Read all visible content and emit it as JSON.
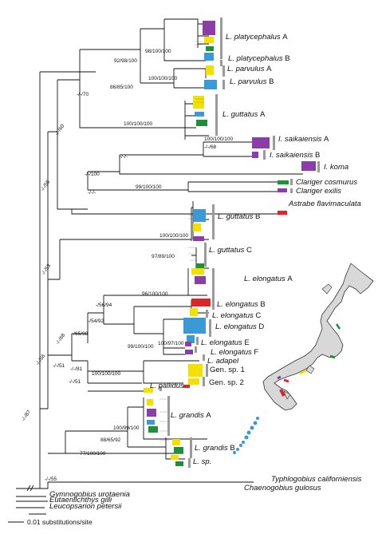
{
  "clades": [
    {
      "id": "plat-a",
      "genus": "L.",
      "name": "platycephalus A"
    },
    {
      "id": "plat-b",
      "genus": "L.",
      "name": "platycephalus B"
    },
    {
      "id": "parv-a",
      "genus": "L.",
      "name": "parvulus A"
    },
    {
      "id": "parv-b",
      "genus": "L.",
      "name": "parvulus B"
    },
    {
      "id": "gutt-a",
      "genus": "L.",
      "name": "guttatus A"
    },
    {
      "id": "saik-a",
      "genus": "I.",
      "name": "saikaiensis A"
    },
    {
      "id": "saik-b",
      "genus": "I.",
      "name": "saikaiensis B"
    },
    {
      "id": "koma",
      "genus": "I.",
      "name": "koma"
    },
    {
      "id": "clar-c",
      "genus": "",
      "name": "Clariger cosmurus"
    },
    {
      "id": "clar-e",
      "genus": "",
      "name": "Clariger exilis"
    },
    {
      "id": "astr",
      "genus": "",
      "name": "Astrabe flavimaculata"
    },
    {
      "id": "gutt-b",
      "genus": "L.",
      "name": "guttatus B"
    },
    {
      "id": "gutt-c",
      "genus": "L.",
      "name": "guttatus C"
    },
    {
      "id": "elon-a",
      "genus": "L.",
      "name": "elongatus A"
    },
    {
      "id": "elon-b",
      "genus": "L.",
      "name": "elongatus B"
    },
    {
      "id": "elon-c",
      "genus": "L.",
      "name": "elongatus C"
    },
    {
      "id": "elon-d",
      "genus": "L.",
      "name": "elongatus D"
    },
    {
      "id": "elon-e",
      "genus": "L.",
      "name": "elongatus E"
    },
    {
      "id": "elon-f",
      "genus": "L.",
      "name": "elongatus F"
    },
    {
      "id": "adap",
      "genus": "L.",
      "name": "adapel"
    },
    {
      "id": "gen1",
      "genus": "",
      "name": "Gen. sp. 1"
    },
    {
      "id": "gen2",
      "genus": "",
      "name": "Gen. sp. 2"
    },
    {
      "id": "pall",
      "genus": "L.",
      "name": "pallidus"
    },
    {
      "id": "gran-a",
      "genus": "L.",
      "name": "grandis A"
    },
    {
      "id": "gran-b",
      "genus": "L.",
      "name": "grandis B"
    },
    {
      "id": "lsp",
      "genus": "L.",
      "name": "sp."
    },
    {
      "id": "typh",
      "genus": "",
      "name": "Typhlogobius californiensis"
    },
    {
      "id": "chae",
      "genus": "",
      "name": "Chaenogobius gulosus"
    },
    {
      "id": "gymn",
      "genus": "",
      "name": "Gymnogobius urotaenia"
    },
    {
      "id": "euta",
      "genus": "",
      "name": "Eutaeniichthys gilli"
    },
    {
      "id": "leuc",
      "genus": "",
      "name": "Leucopsarion petersii"
    }
  ],
  "support": [
    {
      "id": "s-plat",
      "text": "98/100/100"
    },
    {
      "id": "s-platparv",
      "text": "92/98/100"
    },
    {
      "id": "s-parv",
      "text": "100/100/100"
    },
    {
      "id": "s-parvsub",
      "text": "86/85/100"
    },
    {
      "id": "s-70",
      "text": "-/-/70"
    },
    {
      "id": "s-gutta",
      "text": "100/100/100"
    },
    {
      "id": "s-60",
      "text": "-/-/60"
    },
    {
      "id": "s-68",
      "text": "-/-/68"
    },
    {
      "id": "s-saik",
      "text": "100/100/100"
    },
    {
      "id": "s-saikkoma",
      "text": "-/-/-"
    },
    {
      "id": "s-100",
      "text": "-/-/100"
    },
    {
      "id": "s-clar",
      "text": "99/100/100"
    },
    {
      "id": "s-clarall",
      "text": "-/-/-"
    },
    {
      "id": "s-55",
      "text": "-/-/55"
    },
    {
      "id": "s-guttbc",
      "text": "100/100/100"
    },
    {
      "id": "s-guttc",
      "text": "97/89/100"
    },
    {
      "id": "s-53",
      "text": "-/-/53"
    },
    {
      "id": "s-elona",
      "text": "96/100/100"
    },
    {
      "id": "s-5694",
      "text": "-/56/94"
    },
    {
      "id": "s-5492",
      "text": "-/54/92"
    },
    {
      "id": "s-6598",
      "text": "-/65/98"
    },
    {
      "id": "s-elone",
      "text": "100/97/100"
    },
    {
      "id": "s-elonef",
      "text": "99/100/100"
    },
    {
      "id": "s-68b",
      "text": "-/-/68"
    },
    {
      "id": "s-56",
      "text": "-/-/56"
    },
    {
      "id": "s-51",
      "text": "-/-/51"
    },
    {
      "id": "s-81",
      "text": "-/-/81"
    },
    {
      "id": "s-gen",
      "text": "100/100/100"
    },
    {
      "id": "s-51b",
      "text": "-/-/51"
    },
    {
      "id": "s-grana",
      "text": "100/99/100"
    },
    {
      "id": "s-granab",
      "text": "88/65/92"
    },
    {
      "id": "s-granall",
      "text": "77/100/100"
    },
    {
      "id": "s-87",
      "text": "-/-/87"
    },
    {
      "id": "s-55b",
      "text": "-/-/55"
    }
  ],
  "scale_bar": {
    "label": "0.01 substitutions/site"
  },
  "colors": {
    "purple": "#8b3fa6",
    "yellow": "#f2e000",
    "blue": "#3b9ad6",
    "green": "#1f8f3a",
    "red": "#d7262c",
    "bar": "#9a9a9a",
    "land": "#d8d8d8"
  }
}
